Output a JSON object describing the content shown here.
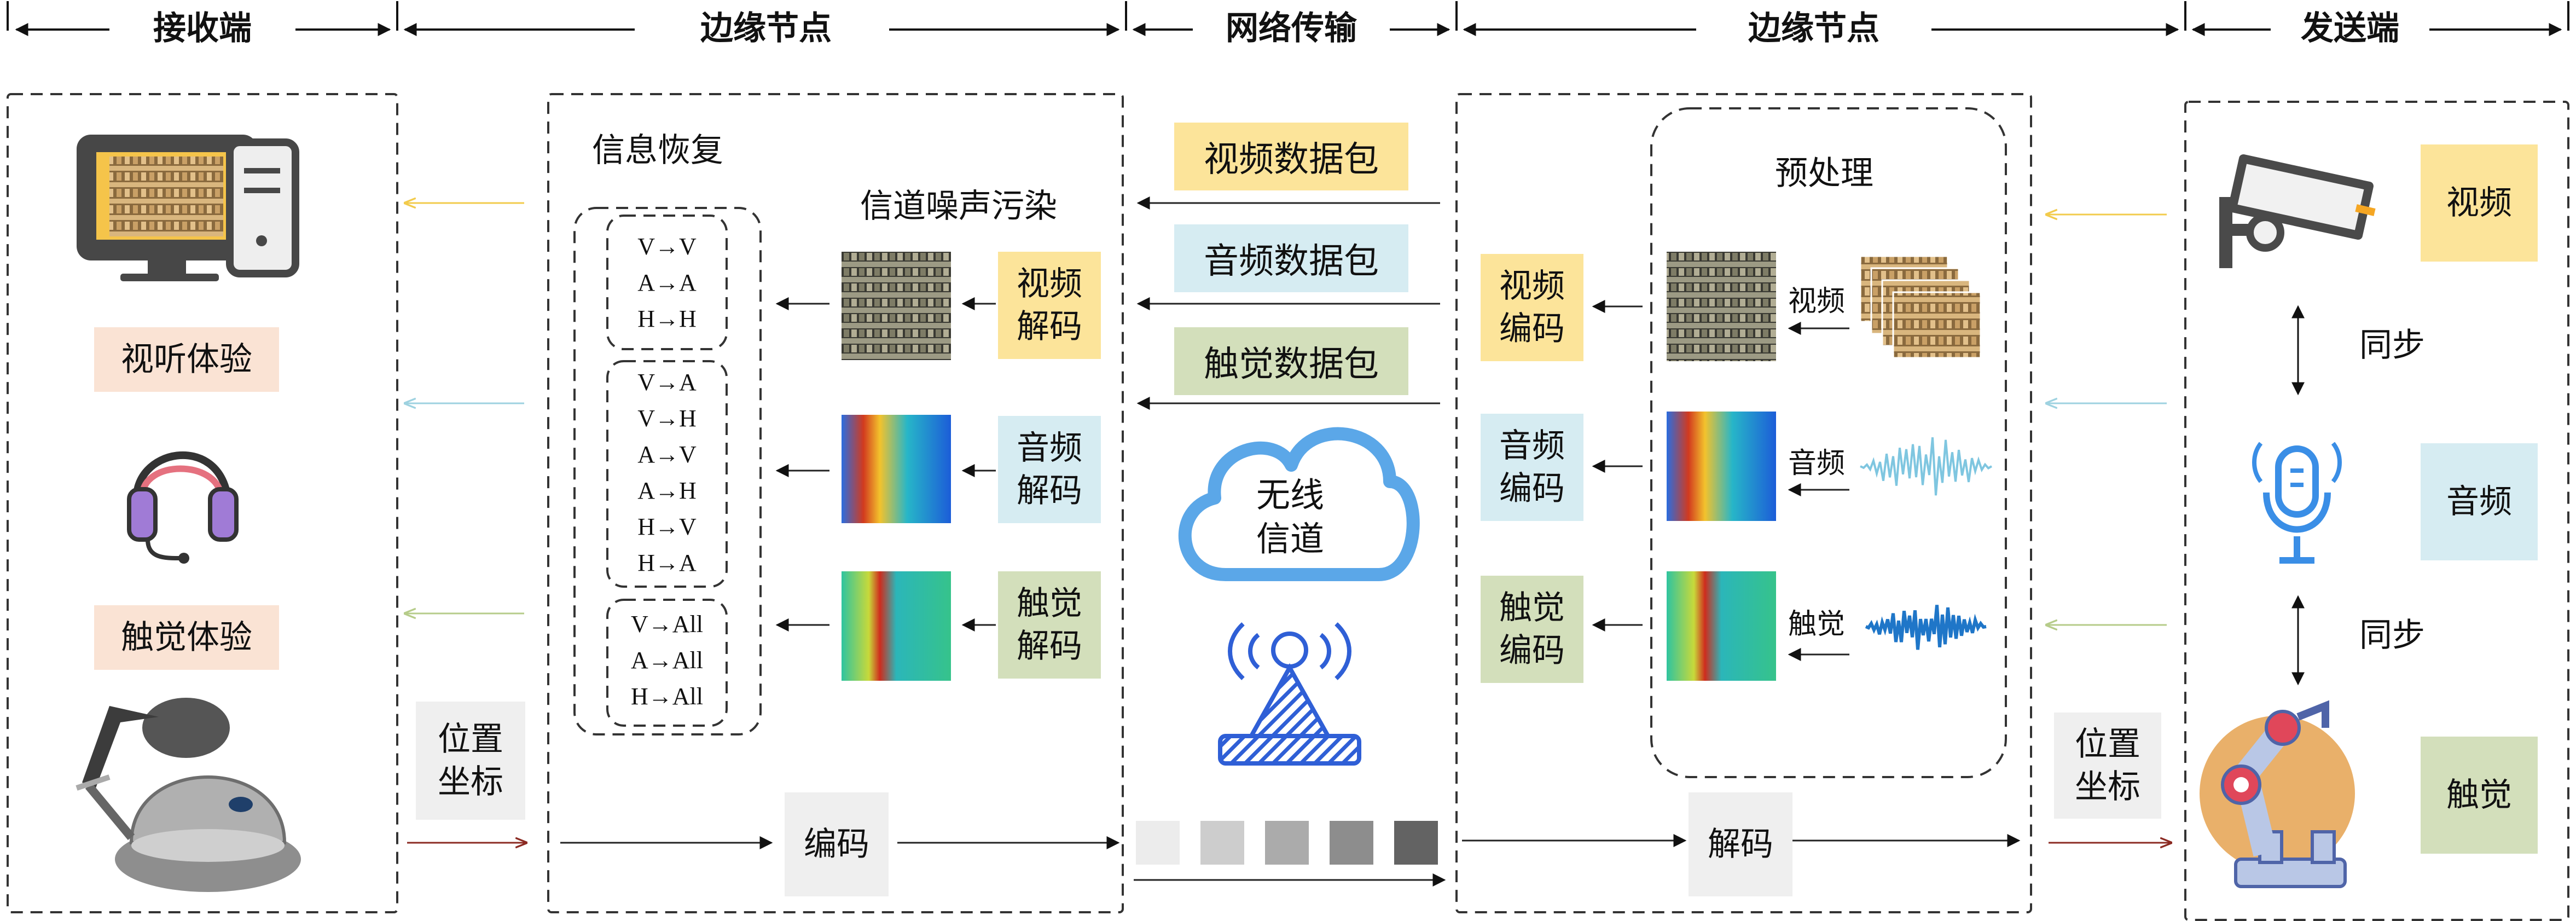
{
  "headers": {
    "receiver": "接收端",
    "edge_left": "边缘节点",
    "network": "网络传输",
    "edge_right": "边缘节点",
    "sender": "发送端"
  },
  "receiver": {
    "av_experience": "视听体验",
    "haptic_experience": "触觉体验",
    "position_coords": "位置\n坐标"
  },
  "edge_left": {
    "info_recovery": "信息恢复",
    "channel_noise": "信道噪声污染",
    "mapping_groups": [
      [
        "V→V",
        "A→A",
        "H→H"
      ],
      [
        "V→A",
        "V→H",
        "A→V",
        "A→H",
        "H→V",
        "H→A"
      ],
      [
        "V→All",
        "A→All",
        "H→All"
      ]
    ],
    "video_decode": "视频\n解码",
    "audio_decode": "音频\n解码",
    "haptic_decode": "触觉\n解码",
    "encode": "编码"
  },
  "network": {
    "video_packet": "视频数据包",
    "audio_packet": "音频数据包",
    "haptic_packet": "触觉数据包",
    "wireless_channel": "无线\n信道"
  },
  "edge_right": {
    "preprocess": "预处理",
    "video_encode": "视频\n编码",
    "audio_encode": "音频\n编码",
    "haptic_encode": "触觉\n编码",
    "video_label": "视频",
    "audio_label": "音频",
    "haptic_label": "触觉",
    "decode": "解码"
  },
  "sender": {
    "video": "视频",
    "audio": "音频",
    "haptic": "触觉",
    "sync_1": "同步",
    "sync_2": "同步",
    "position_coords": "位置\n坐标"
  },
  "colors": {
    "video": "#FCE49A",
    "audio": "#D6ECF2",
    "haptic": "#D3DFBB",
    "experience": "#FAE3D4",
    "gray_box": "#EFEFEF",
    "video_arrow": "#F2CB4C",
    "audio_arrow": "#9ED2E0",
    "haptic_arrow": "#B6CC8A",
    "position_arrow": "#8B2A22",
    "cloud": "#5BA7E8",
    "tower": "#2F5FD6"
  }
}
